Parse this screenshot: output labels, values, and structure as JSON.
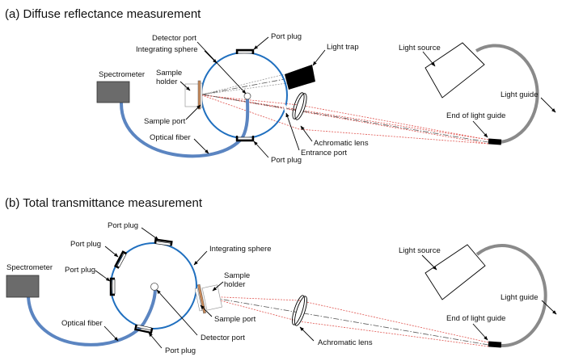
{
  "panel_a": {
    "title": "(a) Diffuse reflectance measurement",
    "labels": {
      "detector_port": "Detector port",
      "integrating_sphere": "Integrating sphere",
      "port_plug_top": "Port plug",
      "light_trap": "Light trap",
      "spectrometer": "Spectrometer",
      "sample_holder_1": "Sample",
      "sample_holder_2": "holder",
      "sample_port": "Sample port",
      "optical_fiber": "Optical fiber",
      "port_plug_bottom": "Port plug",
      "entrance_port": "Entrance port",
      "achromatic_lens": "Achromatic lens",
      "light_source": "Light source",
      "light_guide": "Light guide",
      "end_of_light_guide": "End of light guide"
    }
  },
  "panel_b": {
    "title": "(b) Total transmittance measurement",
    "labels": {
      "port_plug_top": "Port plug",
      "port_plug_left_upper": "Port plug",
      "port_plug_left_lower": "Port plug",
      "integrating_sphere": "Integrating sphere",
      "spectrometer": "Spectrometer",
      "sample_holder_1": "Sample",
      "sample_holder_2": "holder",
      "sample_port": "Sample port",
      "optical_fiber": "Optical fiber",
      "detector_port": "Detector port",
      "port_plug_bottom": "Port plug",
      "achromatic_lens": "Achromatic lens",
      "light_source": "Light source",
      "light_guide": "Light guide",
      "end_of_light_guide": "End of light guide"
    }
  },
  "colors": {
    "sphere": "#1f6fbf",
    "optical_fiber": "#5b85c1",
    "light_guide": "#8a8a8a",
    "spectrometer": "#6b6b6b",
    "sample": "#c98a5a",
    "ray_red": "#e0544f"
  }
}
